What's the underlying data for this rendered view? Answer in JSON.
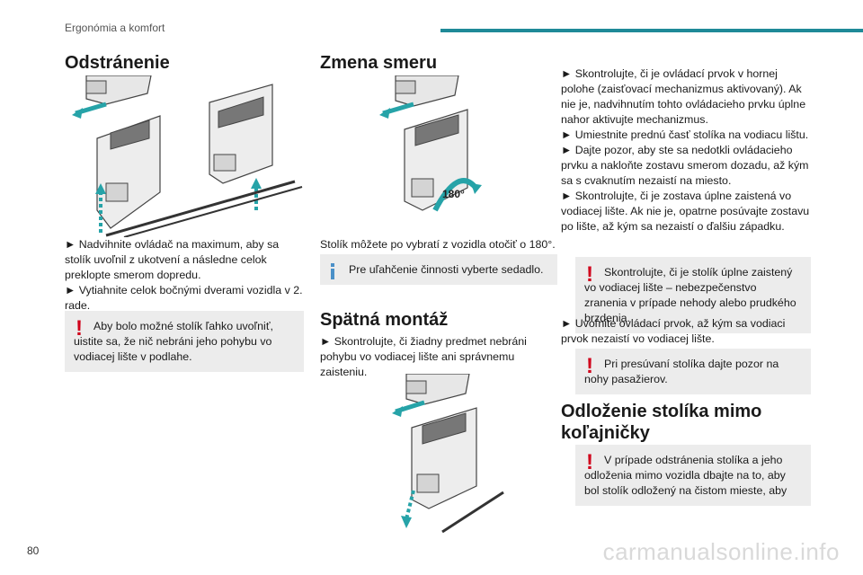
{
  "header": {
    "section": "Ergonómia a komfort"
  },
  "page_number": "80",
  "watermark": "carmanualsonline.info",
  "colors": {
    "accent": "#1f8a98",
    "warning": "#d0021b",
    "info": "#4a90c8",
    "note_bg": "#ececec",
    "arrow_teal": "#26a3a8"
  },
  "col1": {
    "title": "Odstránenie",
    "text": [
      "► Nadvihnite ovládač na maximum, aby sa stolík uvoľnil z ukotvení a následne celok preklopte smerom dopredu.",
      "► Vytiahnite celok bočnými dverami vozidla v 2. rade."
    ],
    "warning": "Aby bolo možné stolík ľahko uvoľniť, uistite sa, že nič nebráni jeho pohybu vo vodiacej lište v podlahe."
  },
  "col2": {
    "title": "Zmena smeru",
    "rotate_label": "180°",
    "text": "Stolík môžete po vybratí z vozidla otočiť o 180°.",
    "info": "Pre uľahčenie činnosti vyberte sedadlo.",
    "title2": "Spätná montáž",
    "text2": "► Skontrolujte, či žiadny predmet nebráni pohybu vo vodiacej lište ani správnemu zaisteniu."
  },
  "col3": {
    "text1": "► Skontrolujte, či je ovládací prvok v hornej polohe (zaisťovací mechanizmus aktivovaný). Ak nie je, nadvihnutím tohto ovládacieho prvku úplne nahor aktivujte mechanizmus.",
    "text2": "► Umiestnite prednú časť stolíka na vodiacu lištu.",
    "text3": "► Dajte pozor, aby ste sa nedotkli ovládacieho prvku a nakloňte zostavu smerom dozadu, až kým sa s cvaknutím nezaistí na miesto.",
    "text4": "► Skontrolujte, či je zostava úplne zaistená vo vodiacej lište. Ak nie je, opatrne posúvajte zostavu po lište, až kým sa nezaistí o ďalšiu západku.",
    "warning1": "Skontrolujte, či je stolík úplne zaistený vo vodiacej lište – nebezpečenstvo zranenia v prípade nehody alebo prudkého brzdenia.",
    "text5": "► Uvoľnite ovládací prvok, až kým sa vodiaci prvok nezaistí vo vodiacej lište.",
    "warning2": "Pri presúvaní stolíka dajte pozor na nohy pasažierov.",
    "title": "Odloženie stolíka mimo koľajničky",
    "warning3": "V prípade odstránenia stolíka a jeho odloženia mimo vozidla dbajte na to, aby bol stolík odložený na čistom mieste, aby"
  }
}
